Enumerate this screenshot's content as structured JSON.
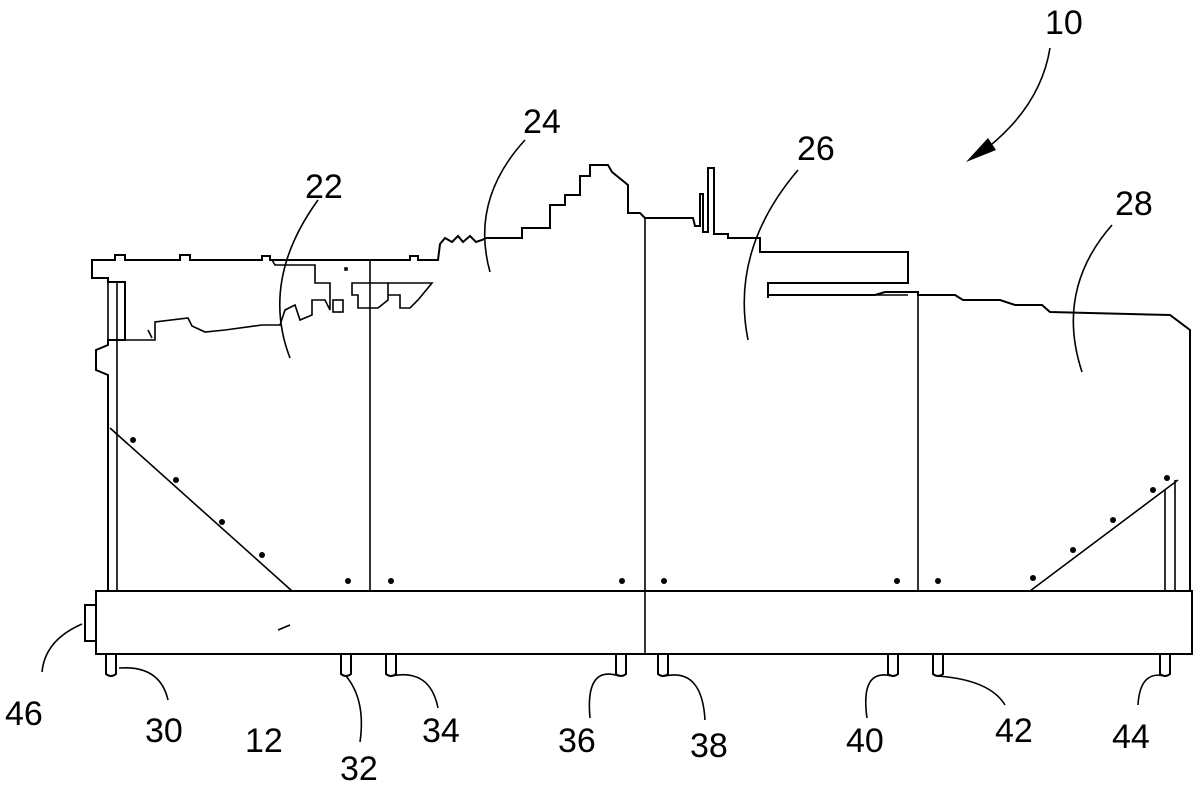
{
  "figure": {
    "title_ref": "10",
    "labels": {
      "l10": "10",
      "l12": "12",
      "l22": "22",
      "l24": "24",
      "l26": "26",
      "l28": "28",
      "l30": "30",
      "l32": "32",
      "l34": "34",
      "l36": "36",
      "l38": "38",
      "l40": "40",
      "l42": "42",
      "l44": "44",
      "l46": "46"
    },
    "colors": {
      "line": "#000000",
      "background": "#ffffff"
    }
  }
}
